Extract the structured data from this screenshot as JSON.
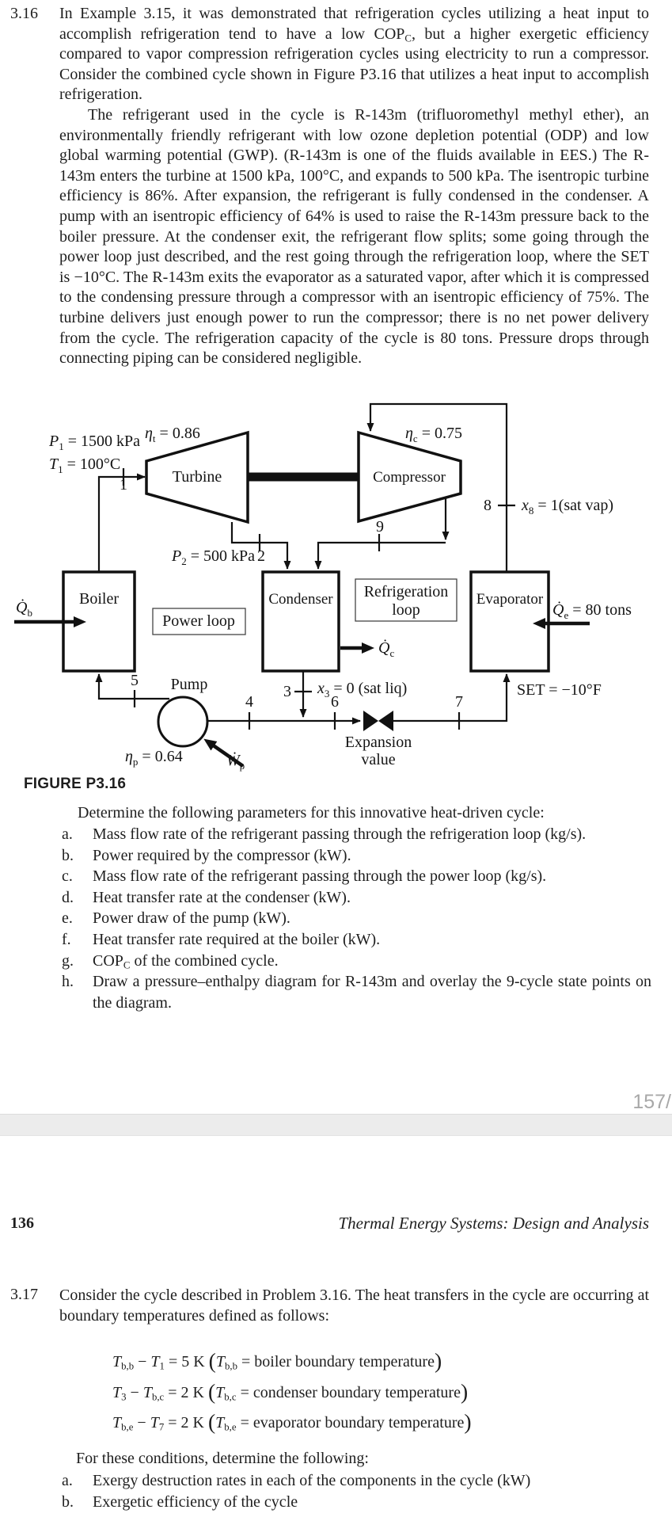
{
  "p316": {
    "number": "3.16",
    "para1_pre": "In Example 3.15, it was demonstrated that refrigeration cycles utilizing a heat input to accomplish refrigeration tend to have a low COP",
    "para1_sub": "C",
    "para1_post": ", but a higher exergetic efficiency compared to vapor compression refrigeration cycles using electricity to run a compressor. Consider the combined cycle shown in Figure P3.16 that utilizes a heat input to accomplish refrigeration.",
    "para2": "The refrigerant used in the cycle is R-143m (trifluoromethyl methyl ether), an environmentally friendly refrigerant with low ozone depletion potential (ODP) and low global warming potential (GWP). (R-143m is one of the fluids available in EES.) The R-143m enters the turbine at 1500 kPa, 100°C, and expands to 500 kPa. The isentropic turbine efficiency is 86%. After expansion, the refrigerant is fully condensed in the condenser. A pump with an isentropic efficiency of 64% is used to raise the R-143m pressure back to the boiler pressure. At the condenser exit, the refrigerant flow splits; some going through the power loop just described, and the rest going through the refrigeration loop, where the SET is −10°C. The R-143m exits the evaporator as a saturated vapor, after which it is compressed to the condensing pressure through a compressor with an isentropic efficiency of 75%. The turbine delivers just enough power to run the compressor; there is no net power delivery from the cycle. The refrigeration capacity of the cycle is 80 tons. Pressure drops through connecting piping can be considered negligible.",
    "determine_intro": "Determine the following parameters for this innovative heat-driven cycle:",
    "items": [
      {
        "letter": "a.",
        "text": "Mass flow rate of the refrigerant passing through the refrigeration loop (kg/s)."
      },
      {
        "letter": "b.",
        "text": "Power required by the compressor (kW)."
      },
      {
        "letter": "c.",
        "text": "Mass flow rate of the refrigerant passing through the power loop (kg/s)."
      },
      {
        "letter": "d.",
        "text": "Heat transfer rate at the condenser (kW)."
      },
      {
        "letter": "e.",
        "text": "Power draw of the pump (kW)."
      },
      {
        "letter": "f.",
        "text": "Heat transfer rate required at the boiler (kW)."
      },
      {
        "letter": "g.",
        "pre": "COP",
        "sub": "C",
        "post": " of the combined cycle."
      },
      {
        "letter": "h.",
        "text": "Draw a pressure–enthalpy diagram for R-143m and overlay the 9-cycle state points on the diagram."
      }
    ]
  },
  "figure": {
    "caption": "FIGURE P3.16",
    "components": {
      "turbine": "Turbine",
      "compressor": "Compressor",
      "boiler": "Boiler",
      "condenser": "Condenser",
      "evaporator": "Evaporator",
      "pump": "Pump",
      "power_loop": "Power loop",
      "refrigeration_loop_line1": "Refrigeration",
      "refrigeration_loop_line2": "loop",
      "expansion_valve_line1": "Expansion",
      "expansion_valve_line2": "value"
    },
    "labels": {
      "p1": {
        "sym": "P",
        "sub": "1",
        "rest": " = 1500 kPa"
      },
      "t1": {
        "sym": "T",
        "sub": "1",
        "rest": " = 100°C"
      },
      "eta_t": {
        "sym": "η",
        "sub": "t",
        "rest": " = 0.86"
      },
      "eta_c": {
        "sym": "η",
        "sub": "c",
        "rest": " = 0.75"
      },
      "eta_p": {
        "sym": "η",
        "sub": "p",
        "rest": " = 0.64"
      },
      "p2": {
        "sym": "P",
        "sub": "2",
        "rest": " = 500 kPa"
      },
      "x8": {
        "sym": "x",
        "sub": "8",
        "rest": " = 1(sat vap)"
      },
      "x3": {
        "sym": "x",
        "sub": "3",
        "rest": " = 0 (sat liq)"
      },
      "q_b": {
        "sym": "Q̇",
        "sub": "b",
        "rest": ""
      },
      "q_c": {
        "sym": "Q̇",
        "sub": "c",
        "rest": ""
      },
      "q_e": {
        "sym": "Q̇",
        "sub": "e",
        "rest": " = 80 tons"
      },
      "w_p": {
        "sym": "Ẇ",
        "sub": "p",
        "rest": ""
      },
      "set_label": "SET = −10°F"
    },
    "stations": {
      "s1": "1",
      "s2": "2",
      "s3": "3",
      "s4": "4",
      "s5": "5",
      "s6": "6",
      "s7": "7",
      "s8": "8",
      "s9": "9"
    }
  },
  "viewer": {
    "page_indicator": "157/"
  },
  "p317_page": {
    "folio": "136",
    "running_title": "Thermal Energy Systems: Design and Analysis",
    "number": "3.17",
    "intro": "Consider the cycle described in Problem 3.16. The heat transfers in the cycle are occurring at boundary temperatures defined as follows:",
    "equations": [
      {
        "segs": [
          {
            "i": "T"
          },
          {
            "sub": "b,b"
          },
          {
            "t": " − "
          },
          {
            "i": "T"
          },
          {
            "sub": "1"
          },
          {
            "t": " = 5 K "
          },
          {
            "big": "("
          },
          {
            "i": "T"
          },
          {
            "sub": "b,b"
          },
          {
            "t": " = boiler boundary temperature"
          },
          {
            "big": ")"
          }
        ]
      },
      {
        "segs": [
          {
            "i": "T"
          },
          {
            "sub": "3"
          },
          {
            "t": " − "
          },
          {
            "i": "T"
          },
          {
            "sub": "b,c"
          },
          {
            "t": " = 2 K "
          },
          {
            "big": "("
          },
          {
            "i": "T"
          },
          {
            "sub": "b,c"
          },
          {
            "t": " = condenser boundary temperature"
          },
          {
            "big": ")"
          }
        ]
      },
      {
        "segs": [
          {
            "i": "T"
          },
          {
            "sub": "b,e"
          },
          {
            "t": " − "
          },
          {
            "i": "T"
          },
          {
            "sub": "7"
          },
          {
            "t": " = 2 K "
          },
          {
            "big": "("
          },
          {
            "i": "T"
          },
          {
            "sub": "b,e"
          },
          {
            "t": " = evaporator boundary temperature"
          },
          {
            "big": ")"
          }
        ]
      }
    ],
    "for_these": "For these conditions, determine the following:",
    "items": [
      {
        "letter": "a.",
        "text": "Exergy destruction rates in each of the components in the cycle (kW)"
      },
      {
        "letter": "b.",
        "text": "Exergetic efficiency of the cycle"
      }
    ]
  }
}
